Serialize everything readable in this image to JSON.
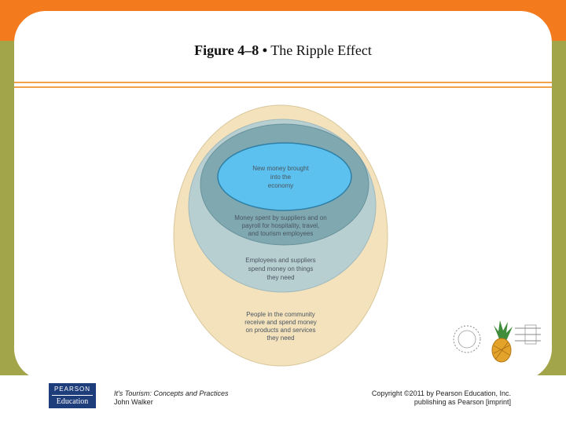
{
  "slide": {
    "title_bold": "Figure 4–8 •",
    "title_rest": " The Ripple Effect"
  },
  "diagram": {
    "rings": [
      {
        "label_lines": [
          "People in the community",
          "receive and spend money",
          "on products and services",
          "they need"
        ],
        "color": "#f3e2bc"
      },
      {
        "label_lines": [
          "Employees and suppliers",
          "spend money on things",
          "they need"
        ],
        "color": "#b8cfd2"
      },
      {
        "label_lines": [
          "Money spent by suppliers and on",
          "payroll for hospitality, travel,",
          "and tourism employees"
        ],
        "color": "#7fa8b0"
      },
      {
        "label_lines": [
          "New money brought",
          "into the",
          "economy"
        ],
        "color": "#5cc1ee"
      }
    ]
  },
  "footer": {
    "book_title": "It's Tourism: Concepts and Practices",
    "author": "John Walker",
    "copyright": "Copyright ©2011 by Pearson Education, Inc.",
    "publisher": "publishing as Pearson [imprint]"
  },
  "logo": {
    "line1": "PEARSON",
    "line2": "Education"
  }
}
